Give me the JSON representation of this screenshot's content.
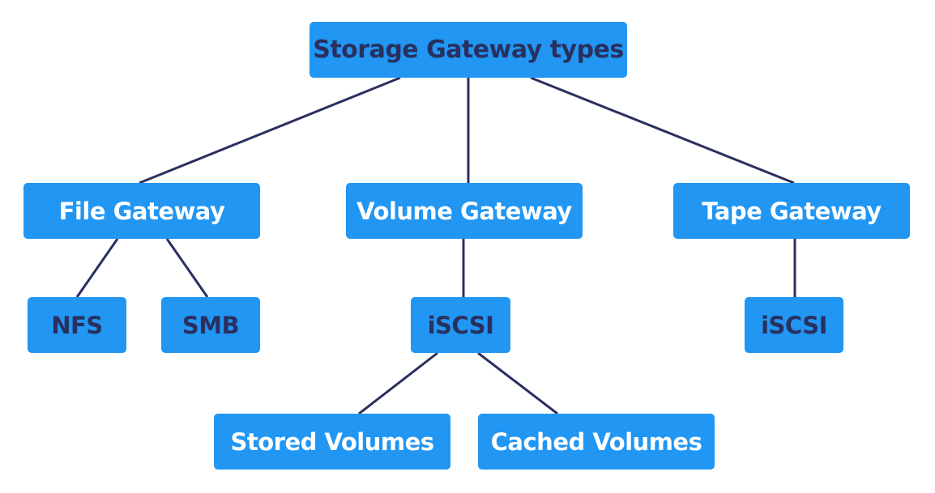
{
  "diagram": {
    "title": "Storage Gateway types",
    "colors": {
      "node_fill": "#2196f3",
      "dark_text": "#29305f",
      "light_text": "#ffffff",
      "edge": "#29305f",
      "background": "#ffffff"
    },
    "nodes": {
      "root": {
        "label": "Storage Gateway types",
        "text_style": "dark"
      },
      "file": {
        "label": "File Gateway",
        "text_style": "light"
      },
      "volume": {
        "label": "Volume Gateway",
        "text_style": "light"
      },
      "tape": {
        "label": "Tape Gateway",
        "text_style": "light"
      },
      "nfs": {
        "label": "NFS",
        "text_style": "dark"
      },
      "smb": {
        "label": "SMB",
        "text_style": "dark"
      },
      "iscsi_vol": {
        "label": "iSCSI",
        "text_style": "dark"
      },
      "iscsi_tape": {
        "label": "iSCSI",
        "text_style": "dark"
      },
      "stored": {
        "label": "Stored Volumes",
        "text_style": "light"
      },
      "cached": {
        "label": "Cached Volumes",
        "text_style": "light"
      }
    },
    "edges": [
      {
        "from": "root",
        "to": "file"
      },
      {
        "from": "root",
        "to": "volume"
      },
      {
        "from": "root",
        "to": "tape"
      },
      {
        "from": "file",
        "to": "nfs"
      },
      {
        "from": "file",
        "to": "smb"
      },
      {
        "from": "volume",
        "to": "iscsi_vol"
      },
      {
        "from": "tape",
        "to": "iscsi_tape"
      },
      {
        "from": "iscsi_vol",
        "to": "stored"
      },
      {
        "from": "iscsi_vol",
        "to": "cached"
      }
    ]
  }
}
